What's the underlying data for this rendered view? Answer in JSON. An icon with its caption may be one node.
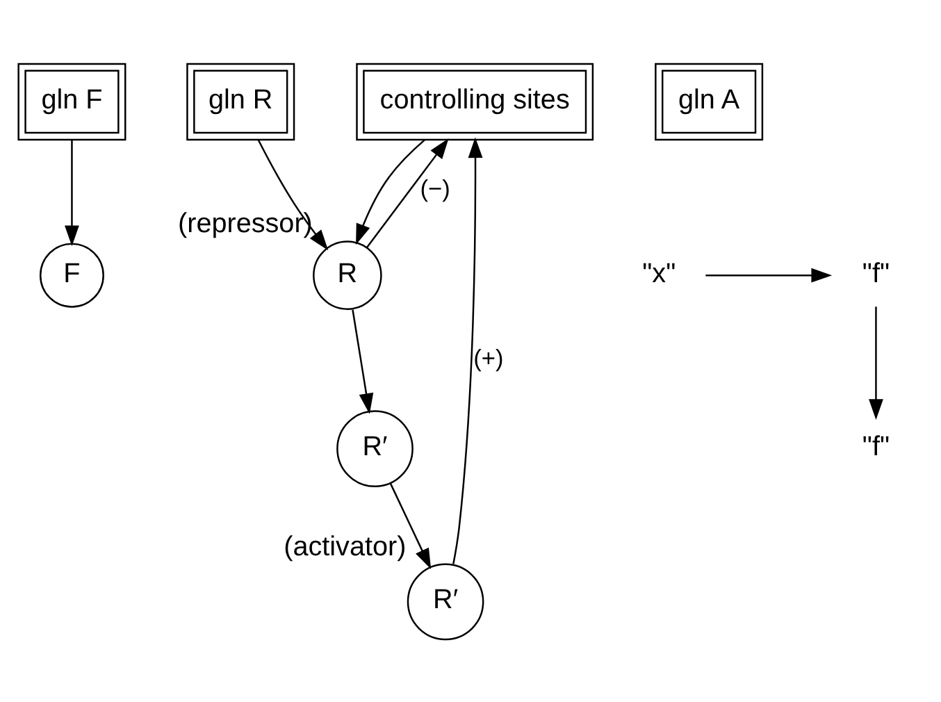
{
  "diagram": {
    "nodes": [
      {
        "text": [
          "gln F"
        ]
      },
      {
        "text": [
          "gln R"
        ]
      },
      {
        "text": [
          "controlling sites"
        ]
      },
      {
        "text": [
          "gln A"
        ]
      },
      {
        "text": [
          "F"
        ]
      },
      {
        "text": [
          "\"f\""
        ]
      },
      {
        "text": [
          "\"x\""
        ]
      },
      {
        "text": [
          "R"
        ],
        "beside": [
          "(repressor)"
        ]
      },
      {
        "text": [
          "\"f\""
        ]
      },
      {
        "text": [
          "R′"
        ]
      },
      {
        "text": [
          "R′"
        ],
        "beside": [
          "(activator)"
        ]
      }
    ],
    "edges": [
      {
        "from": 0,
        "to": 4,
        "arrow": "to"
      },
      {
        "from": 6,
        "to": 5,
        "arrow": "to"
      },
      {
        "from": 5,
        "to": 8,
        "arrow": "to"
      },
      {
        "from": 1,
        "to": 7,
        "arrow": "to"
      },
      {
        "from": 7,
        "to": 2,
        "arrow": "to",
        "label": "(−)"
      },
      {
        "from": 2,
        "to": 7,
        "arrow": "to"
      },
      {
        "from": 7,
        "to": 9,
        "arrow": "to"
      },
      {
        "from": 9,
        "to": 10,
        "arrow": "to"
      },
      {
        "from": 10,
        "to": 2,
        "arrow": "to",
        "label": "(+)"
      }
    ]
  }
}
